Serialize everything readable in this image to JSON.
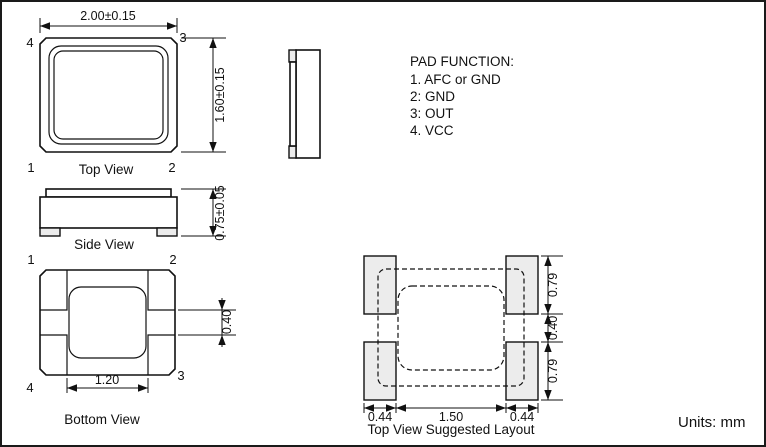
{
  "top_view": {
    "label": "Top View",
    "dim_width": "2.00±0.15",
    "dim_height": "1.60±0.15",
    "pin_top_left": "4",
    "pin_top_right": "3",
    "pin_bottom_left": "1",
    "pin_bottom_right": "2"
  },
  "side_view": {
    "label": "Side View",
    "dim_height": "0.75±0.05"
  },
  "pad_function": {
    "title": "PAD FUNCTION:",
    "items": [
      "1. AFC or GND",
      "2: GND",
      "3: OUT",
      "4. VCC"
    ]
  },
  "bottom_view": {
    "label": "Bottom View",
    "dim_pad_gap": "0.40",
    "dim_pad_span": "1.20",
    "pin_top_left": "1",
    "pin_top_right": "2",
    "pin_bottom_left": "4",
    "pin_bottom_right": "3"
  },
  "suggested_layout": {
    "label": "Top View Suggested Layout",
    "dim_right_top": "0.79",
    "dim_right_middle": "0.40",
    "dim_right_bottom": "0.79",
    "dim_bottom_left": "0.44",
    "dim_bottom_center": "1.50",
    "dim_bottom_right": "0.44"
  },
  "footer": {
    "units": "Units: mm"
  }
}
